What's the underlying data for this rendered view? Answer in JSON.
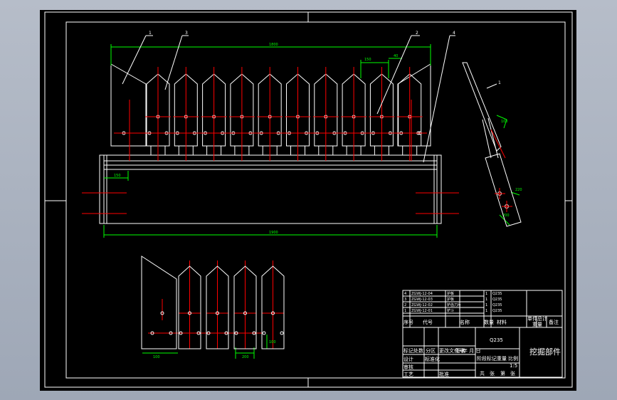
{
  "drawing": {
    "colors": {
      "background": "#000000",
      "frame": "#ffffff",
      "centerline": "#ff0000",
      "dimension": "#00ff00",
      "leader": "#ffffff"
    },
    "balloons": [
      "1",
      "2",
      "3",
      "4"
    ],
    "side_balloon": "1",
    "dimensions": {
      "overall_top": "1800",
      "pitch": "150",
      "plate_top": "40",
      "left_offset": "150",
      "overall_bottom": "1900",
      "side_1": "100",
      "side_2": "220",
      "side_3": "200",
      "detail_height": "100",
      "detail_pitch": "200",
      "detail_left": "100"
    }
  },
  "title_block": {
    "parts_rows": [
      {
        "no": "4",
        "code": "ZGWJ-12-04",
        "name": "护板",
        "qty": "1",
        "material": "Q235"
      },
      {
        "no": "3",
        "code": "ZGWJ-12-03",
        "name": "护板",
        "qty": "1",
        "material": "Q235"
      },
      {
        "no": "2",
        "code": "ZGWJ-12-02",
        "name": "铲齿刀片",
        "qty": "1",
        "material": "Q235"
      },
      {
        "no": "1",
        "code": "ZGWJ-12-01",
        "name": "铲斗",
        "qty": "1",
        "material": "Q235"
      }
    ],
    "header": {
      "no": "序号",
      "code": "代号",
      "name": "名称",
      "qty": "数量",
      "material": "材料",
      "unit_weight": "单件",
      "total_weight": "总计",
      "weight_label": "重量",
      "remark": "备注"
    },
    "material_mark": "Q235",
    "title": "挖掘部件",
    "signature_rows": [
      "标记",
      "处数",
      "分区",
      "更改文件号",
      "签名",
      "年 月 日"
    ],
    "role_labels": [
      "设计",
      "审核",
      "工艺"
    ],
    "std_label": "标准化",
    "approve_label": "批准",
    "stage_labels": [
      "阶段标记",
      "重量",
      "比例"
    ],
    "sheet_labels": [
      "共",
      "张",
      "第",
      "张"
    ],
    "scale": "1:5"
  }
}
